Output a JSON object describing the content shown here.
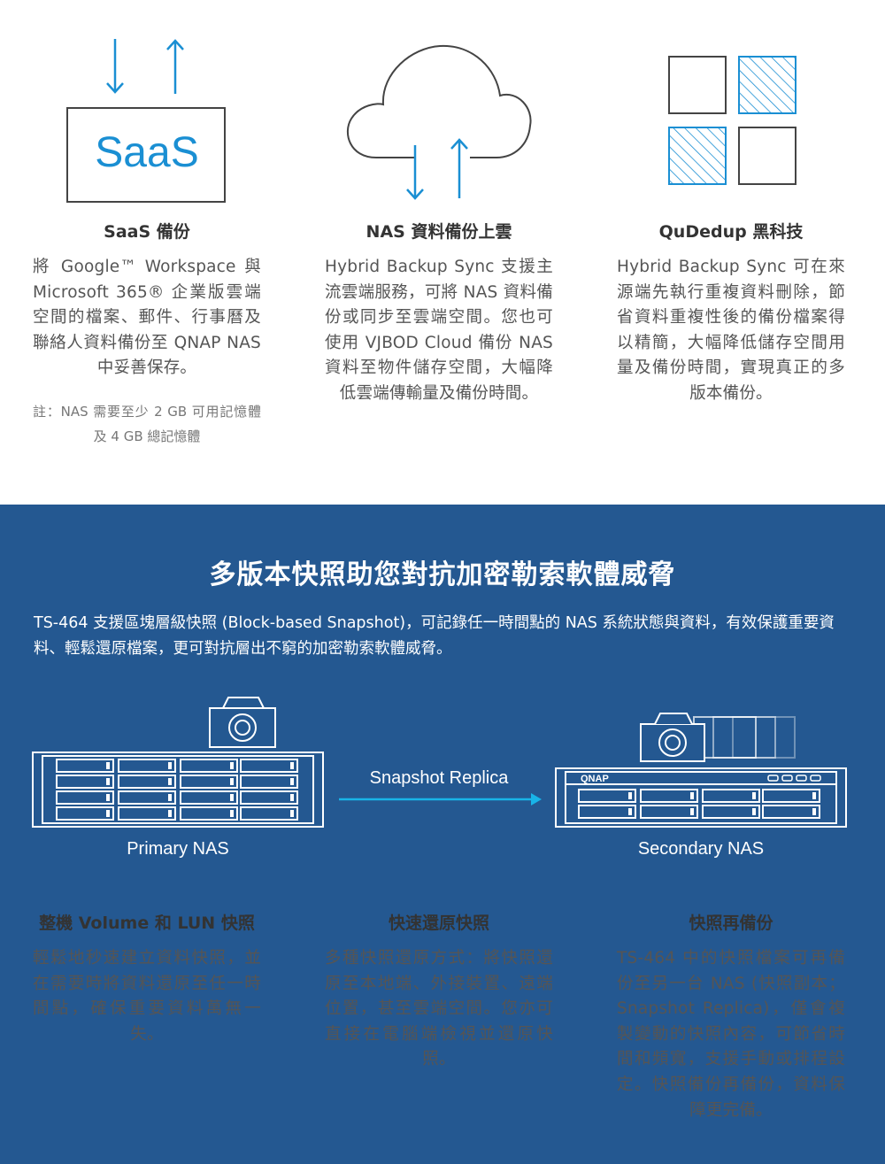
{
  "features_top": [
    {
      "icon": "saas-arrows-icon",
      "title": "SaaS 備份",
      "body": "將 Google™ Workspace 與 Microsoft 365® 企業版雲端空間的檔案、郵件、行事曆及聯絡人資料備份至 QNAP NAS 中妥善保存。",
      "note": "註：NAS 需要至少 2 GB 可用記憶體及 4 GB 總記憶體"
    },
    {
      "icon": "cloud-sync-icon",
      "title": "NAS 資料備份上雲",
      "body": "Hybrid Backup Sync 支援主流雲端服務，可將 NAS 資料備份或同步至雲端空間。您也可使用 VJBOD Cloud 備份 NAS 資料至物件儲存空間，大幅降低雲端傳輸量及備份時間。"
    },
    {
      "icon": "dedup-blocks-icon",
      "title": "QuDedup 黑科技",
      "body": "Hybrid Backup Sync 可在來源端先執行重複資料刪除，節省資料重複性後的備份檔案得以精簡，大幅降低儲存空間用量及備份時間，實現真正的多版本備份。"
    }
  ],
  "saas_label": "SaaS",
  "snapshot_section": {
    "headline": "多版本快照助您對抗加密勒索軟體威脅",
    "intro": "TS-464 支援區塊層級快照 (Block-based Snapshot)，可記錄任一時間點的 NAS 系統狀態與資料，有效保護重要資料、輕鬆還原檔案，更可對抗層出不窮的加密勒索軟體威脅。",
    "diagram": {
      "primary_label": "Primary NAS",
      "secondary_label": "Secondary NAS",
      "arrow_label": "Snapshot Replica",
      "brand_label": "QNAP"
    },
    "features": [
      {
        "title": "整機 Volume 和 LUN 快照",
        "body": "輕鬆地秒速建立資料快照，並在需要時將資料還原至任一時間點，確保重要資料萬無一失。"
      },
      {
        "title": "快速還原快照",
        "body": "多種快照還原方式：將快照還原至本地端、外接裝置、遠端位置，甚至雲端空間。您亦可直接在電腦端檢視並還原快照。"
      },
      {
        "title": "快照再備份",
        "body": "TS-464 中的快照檔案可再備份至另一台 NAS (快照副本；Snapshot Replica)，僅會複製變動的快照內容，可節省時間和頻寬，支援手動或排程設定。快照備份再備份，資料保障更完備。"
      }
    ]
  },
  "colors": {
    "accent_blue": "#1a8fd3",
    "section_blue": "#245891",
    "arrow_cyan": "#18b4e8",
    "icon_gray": "#444444"
  }
}
